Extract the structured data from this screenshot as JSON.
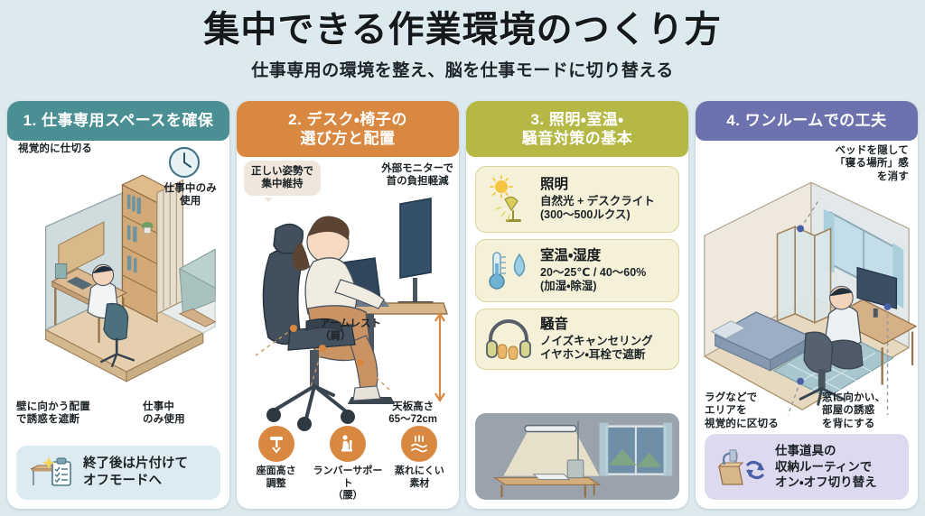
{
  "header": {
    "title": "集中できる作業環境のつくり方",
    "subtitle": "仕事専用の環境を整え、脳を仕事モードに切り替える"
  },
  "colors": {
    "background": "#dceaef",
    "panel1_header": "#4a8f94",
    "panel2_header": "#d98842",
    "panel3_header": "#b5b845",
    "panel4_header": "#6b72ae",
    "panel1_strip": "#dceaf2",
    "panel4_strip": "#ddd9ee",
    "card_bg": "#f4f1d8",
    "card_border": "#d8d49a",
    "icon_circle": "#d98842"
  },
  "panels": [
    {
      "number": "1.",
      "title": "1. 仕事専用スペースを確保",
      "notes": {
        "top_left": "視覚的に仕切る",
        "top_right": "仕事中のみ\n使用",
        "bottom_left": "壁に向かう配置\nで誘惑を遮断",
        "bottom_right": "仕事中\nのみ使用"
      },
      "strip": {
        "icon": "desk-checklist-icon",
        "text": "終了後は片付けて\nオフモードへ"
      }
    },
    {
      "number": "2.",
      "title": "2. デスク・椅子の\n選び方と配置",
      "notes": {
        "bubble": "正しい姿勢で\n集中維持",
        "monitor": "外部モニターで\n首の負担軽減",
        "armrest": "アームレスト\n（肩）",
        "desk_height": "天板高さ\n65〜72cm"
      },
      "icons": [
        {
          "icon": "seat-height-icon",
          "label": "座面高さ\n調整"
        },
        {
          "icon": "lumbar-support-icon",
          "label": "ランバーサポート\n（腰）"
        },
        {
          "icon": "breathable-material-icon",
          "label": "蒸れにくい\n素材"
        }
      ]
    },
    {
      "number": "3.",
      "title": "3. 照明・室温・\n騒音対策の基本",
      "cards": [
        {
          "icon": "sun-desklamp-icon",
          "title": "照明",
          "desc": "自然光 + デスクライト\n(300〜500ルクス)"
        },
        {
          "icon": "thermometer-droplet-icon",
          "title": "室温・湿度",
          "desc": "20〜25℃ / 40〜60%\n(加湿・除湿)"
        },
        {
          "icon": "headphones-earplugs-icon",
          "title": "騒音",
          "desc": "ノイズキャンセリング\nイヤホン・耳栓で遮断"
        }
      ],
      "photo_caption": "desk-lamp-window-illustration"
    },
    {
      "number": "4.",
      "title": "4. ワンルームでの工夫",
      "notes": {
        "top_right": "ベッドを隠して\n「寝る場所」感\nを消す",
        "bottom_left": "ラグなどで\nエリアを\n視覚的に区切る",
        "bottom_right": "窓に向かい、\n部屋の誘惑\nを背にする"
      },
      "strip": {
        "icon": "toolbox-cycle-icon",
        "text": "仕事道具の\n収納ルーティンで\nオン・オフ切り替え"
      }
    }
  ]
}
